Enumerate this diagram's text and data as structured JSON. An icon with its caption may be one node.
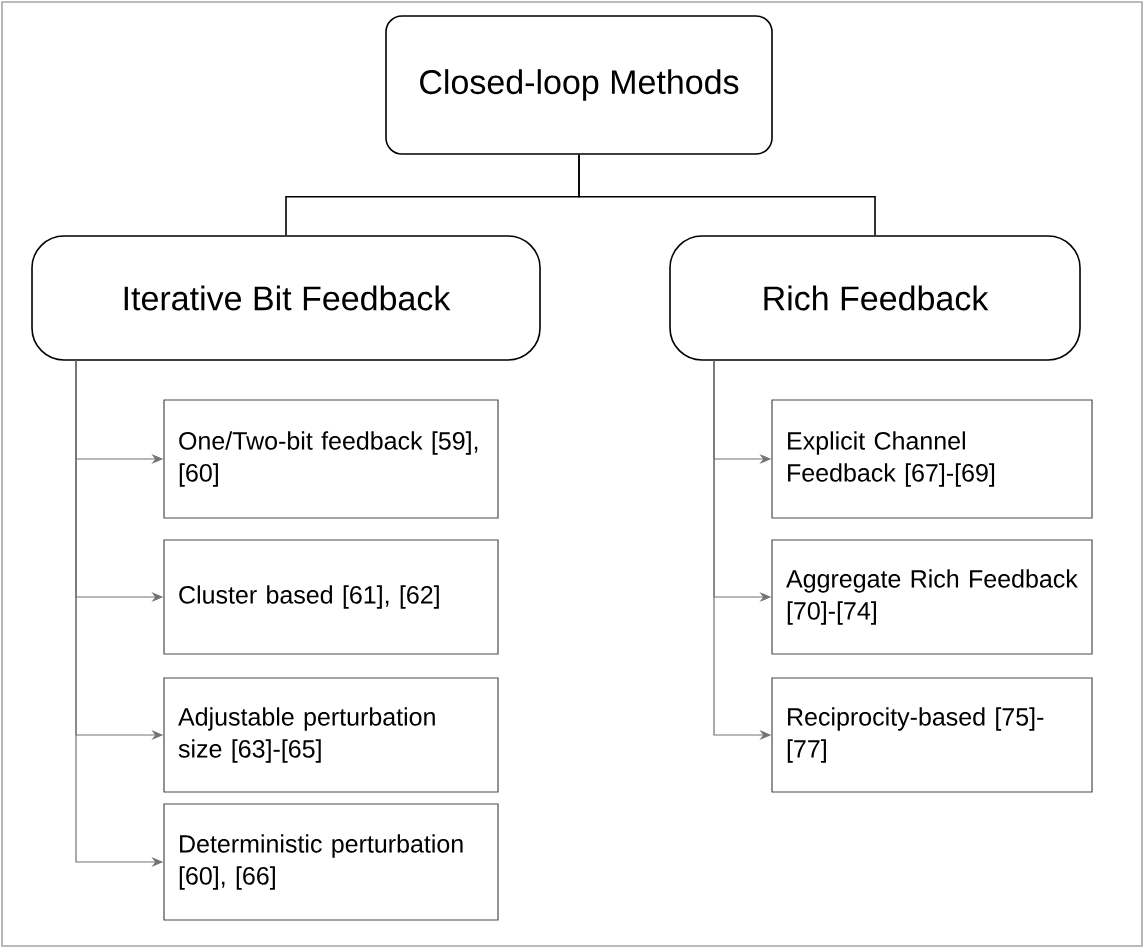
{
  "diagram": {
    "nodes": [
      {
        "text": [
          "Closed-loop Methods"
        ]
      },
      {
        "text": [
          "Iterative Bit Feedback"
        ]
      },
      {
        "text": [
          "Rich Feedback"
        ]
      },
      {
        "text": [
          "One/Two-bit feedback [59], [60]"
        ]
      },
      {
        "text": [
          "Cluster based [61], [62]"
        ]
      },
      {
        "text": [
          "Adjustable perturbation size [63]-[65]"
        ]
      },
      {
        "text": [
          "Deterministic perturbation [60], [66]"
        ]
      },
      {
        "text": [
          "Explicit Channel Feedback [67]-[69]"
        ]
      },
      {
        "text": [
          "Aggregate Rich Feedback [70]-[74]"
        ]
      },
      {
        "text": [
          "Reciprocity-based [75]-[77]"
        ]
      }
    ],
    "edges": [
      {
        "from": 0,
        "to": 1,
        "arrow": "none",
        "color": "#000000"
      },
      {
        "from": 0,
        "to": 2,
        "arrow": "none",
        "color": "#000000"
      },
      {
        "from": 1,
        "to": 3,
        "arrow": "to"
      },
      {
        "from": 1,
        "to": 4,
        "arrow": "to"
      },
      {
        "from": 1,
        "to": 5,
        "arrow": "to"
      },
      {
        "from": 1,
        "to": 6,
        "arrow": "to"
      },
      {
        "from": 2,
        "to": 7,
        "arrow": "to"
      },
      {
        "from": 2,
        "to": 8,
        "arrow": "to"
      },
      {
        "from": 2,
        "to": 9,
        "arrow": "to"
      }
    ]
  }
}
